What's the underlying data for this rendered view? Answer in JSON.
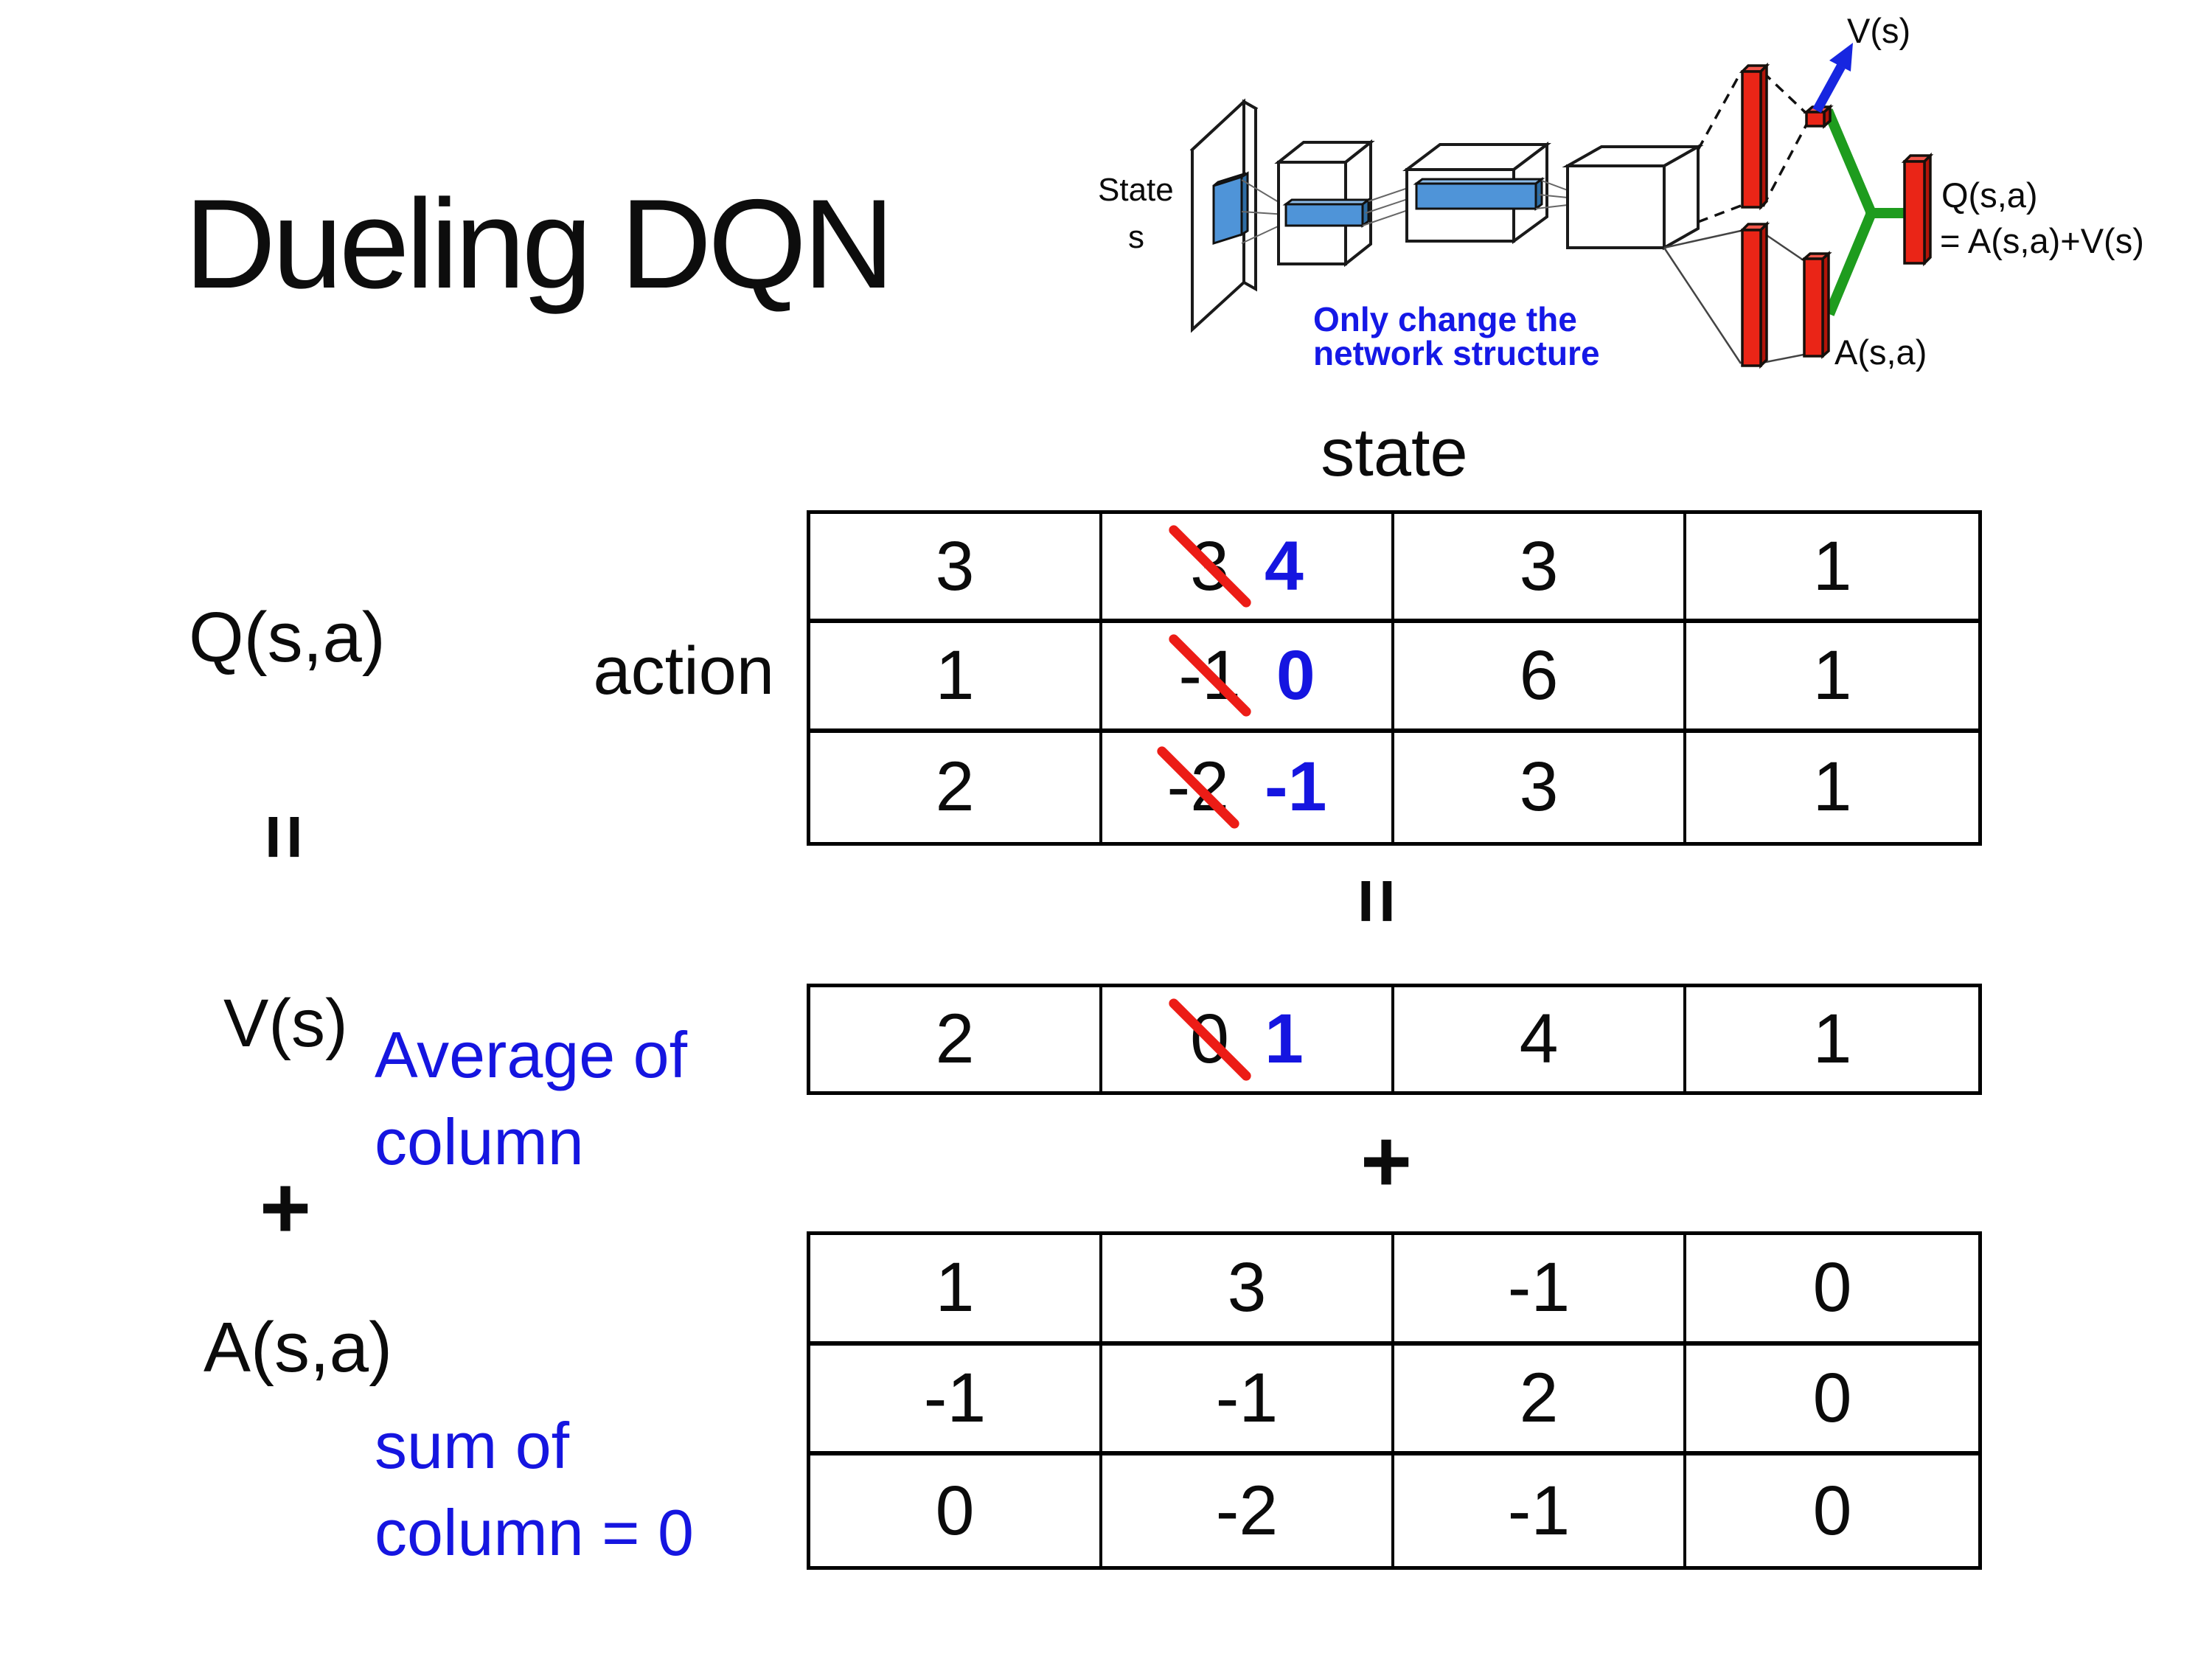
{
  "title": "Dueling DQN",
  "diagram": {
    "state_line1": "State",
    "state_line2": "s",
    "note_line1": "Only change the",
    "note_line2": "network structure",
    "v_label": "V(s)",
    "q_label": "Q(s,a)",
    "q_formula": "= A(s,a)+V(s)",
    "a_label": "A(s,a)"
  },
  "matrix": {
    "state_header": "state",
    "action_label": "action",
    "q_label": "Q(s,a)",
    "v_label": "V(s)",
    "a_label": "A(s,a)",
    "equals": "=",
    "plus": "+",
    "avg_note_line1": "Average of",
    "avg_note_line2": "column",
    "sum_note_line1": "sum of",
    "sum_note_line2": "column = 0",
    "q_table": {
      "rows": [
        {
          "c0": "3",
          "old": "3",
          "new": "4",
          "c2": "3",
          "c3": "1"
        },
        {
          "c0": "1",
          "old": "-1",
          "new": "0",
          "c2": "6",
          "c3": "1"
        },
        {
          "c0": "2",
          "old": "-2",
          "new": "-1",
          "c2": "3",
          "c3": "1"
        }
      ]
    },
    "v_table": {
      "c0": "2",
      "old": "0",
      "new": "1",
      "c2": "4",
      "c3": "1"
    },
    "a_table": {
      "rows": [
        [
          "1",
          "3",
          "-1",
          "0"
        ],
        [
          "-1",
          "-1",
          "2",
          "0"
        ],
        [
          "0",
          "-2",
          "-1",
          "0"
        ]
      ]
    }
  },
  "colors": {
    "accent_blue": "#1515e0",
    "strike_red": "#ec1c16",
    "bar_red": "#ea2517",
    "merge_green": "#1e9c1e",
    "conv_blue": "#4f94d8"
  }
}
